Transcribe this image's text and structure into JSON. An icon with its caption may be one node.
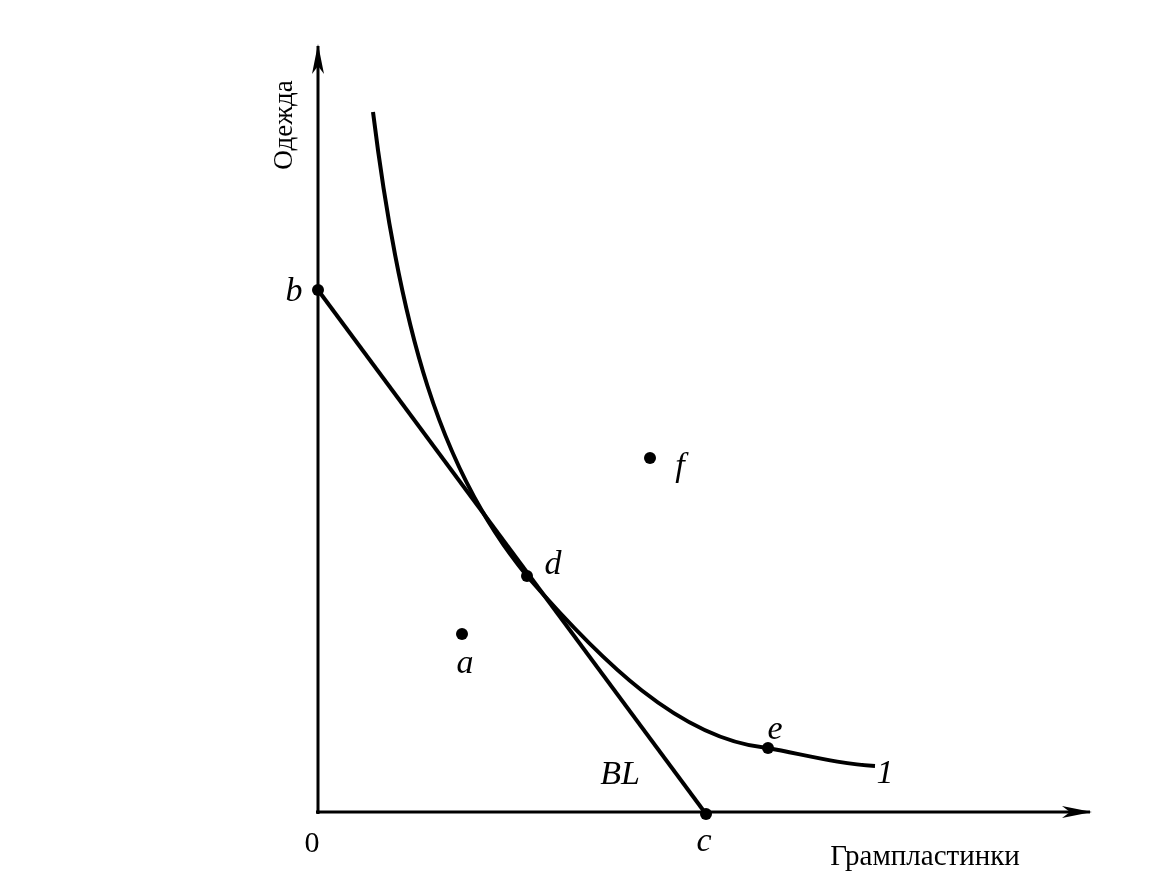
{
  "diagram": {
    "labels": [
      "Одежда",
      "b",
      "f",
      "d",
      "a",
      "e",
      "BL",
      "1",
      "0",
      "c",
      "Грампластинки"
    ]
  }
}
